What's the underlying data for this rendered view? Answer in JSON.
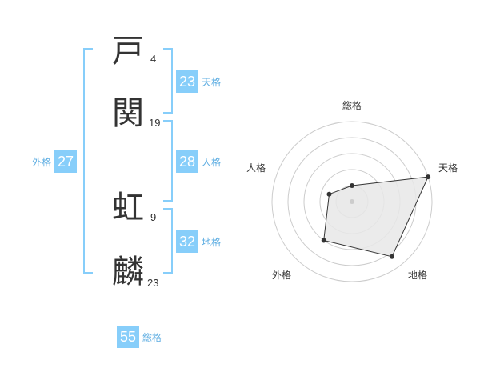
{
  "name": {
    "chars": [
      {
        "char": "戸",
        "strokes": "4"
      },
      {
        "char": "関",
        "strokes": "19"
      },
      {
        "char": "虹",
        "strokes": "9"
      },
      {
        "char": "麟",
        "strokes": "23"
      }
    ]
  },
  "kaku": {
    "tenkaku": {
      "value": "23",
      "label": "天格"
    },
    "jinkaku": {
      "value": "28",
      "label": "人格"
    },
    "chikaku": {
      "value": "32",
      "label": "地格"
    },
    "gaikaku": {
      "value": "27",
      "label": "外格"
    },
    "soukaku": {
      "value": "55",
      "label": "総格"
    }
  },
  "chart_data": {
    "type": "radar",
    "axes": [
      "総格",
      "天格",
      "地格",
      "外格",
      "人格"
    ],
    "values": [
      0.2,
      1.0,
      0.85,
      0.6,
      0.3
    ],
    "rings": 5,
    "fill_color": "#e8e8e8",
    "line_color": "#333333"
  }
}
